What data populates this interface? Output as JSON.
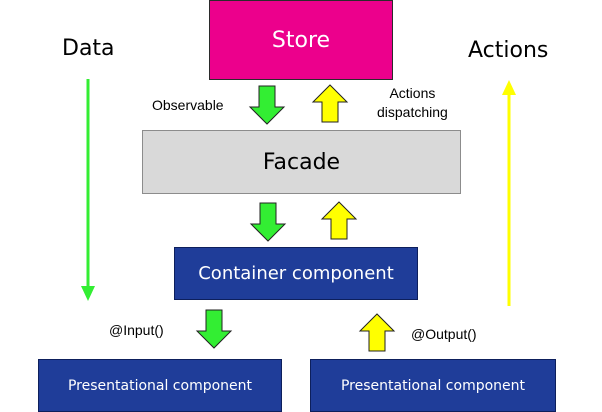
{
  "nodes": {
    "store": "Store",
    "facade": "Facade",
    "container": "Container component",
    "presentational_left": "Presentational component",
    "presentational_right": "Presentational component"
  },
  "side_titles": {
    "data": "Data",
    "actions": "Actions"
  },
  "edge_labels": {
    "observable": "Observable",
    "actions_dispatching_line1": "Actions",
    "actions_dispatching_line2": "dispatching",
    "input": "@Input()",
    "output": "@Output()"
  },
  "colors": {
    "store": "#ec008c",
    "facade": "#d9d9d9",
    "component": "#1f3d99",
    "down_arrow": "#33ee33",
    "up_arrow": "#ffff00"
  }
}
